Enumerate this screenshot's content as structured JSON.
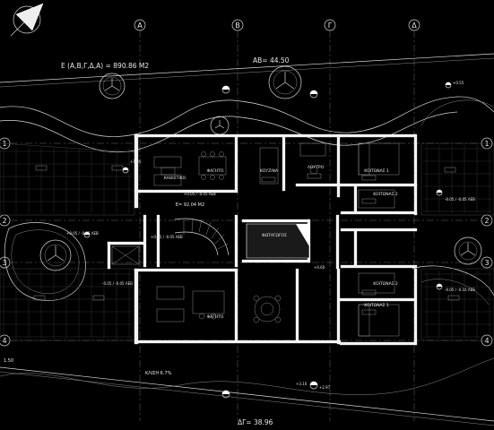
{
  "drawing": {
    "area_label": "E (A,B,Γ,Δ,A) =  890.86 M2",
    "dim_top": "AB= 44.50",
    "dim_bottom": "ΔΓ= 38.96",
    "slope_label": "ΚΛΙΣΗ  6.7%",
    "left_level": "1.50",
    "center_area": "E= 92.04 M2",
    "column_grid": [
      "A",
      "B",
      "Γ",
      "Δ"
    ],
    "row_grid": [
      "1",
      "2",
      "3",
      "4"
    ]
  },
  "rooms": {
    "kathistiko": "ΚΑΘΙΣΤΙΚΟ",
    "fagito": "ΦΑΓΗΤΟ",
    "kouzina": "ΚΟΥΖΙΝΑ",
    "loutro": "ΛΟΥΤΡΟ",
    "koitonas1_top": "ΚΟΙΤΩΝΑΣ 1",
    "koitonas2_top": "ΚΟΙΤΩΝΑΣ 2",
    "fotagogos": "ΦΩΤΑΓΩΓΟΣ",
    "koitonas2_bottom": "ΚΟΙΤΩΝΑΣ 2",
    "koitonas1_bottom": "ΚΟΙΤΩΝΑΣ 1",
    "fagito_bottom": "ΦΑΓΗΤΟ"
  },
  "levels": {
    "l1": "+0.05 / -0.05 ΛΕΒ",
    "l2": "+0.05 / -0.05 ΛΕΒ",
    "l3": "-0.05 / -0.05 ΛΕΒ",
    "l4": "-0.05 / -0.10 ΛΕΒ",
    "l5": "-0.05 / -0.05 ΛΕΒ",
    "l6": "+0.05 / -0.05 ΛΕΒ",
    "l7": "+0.55",
    "l8": "+0.60",
    "l9": "+3.10",
    "l10": "+2.97",
    "l11": "+1.05"
  }
}
